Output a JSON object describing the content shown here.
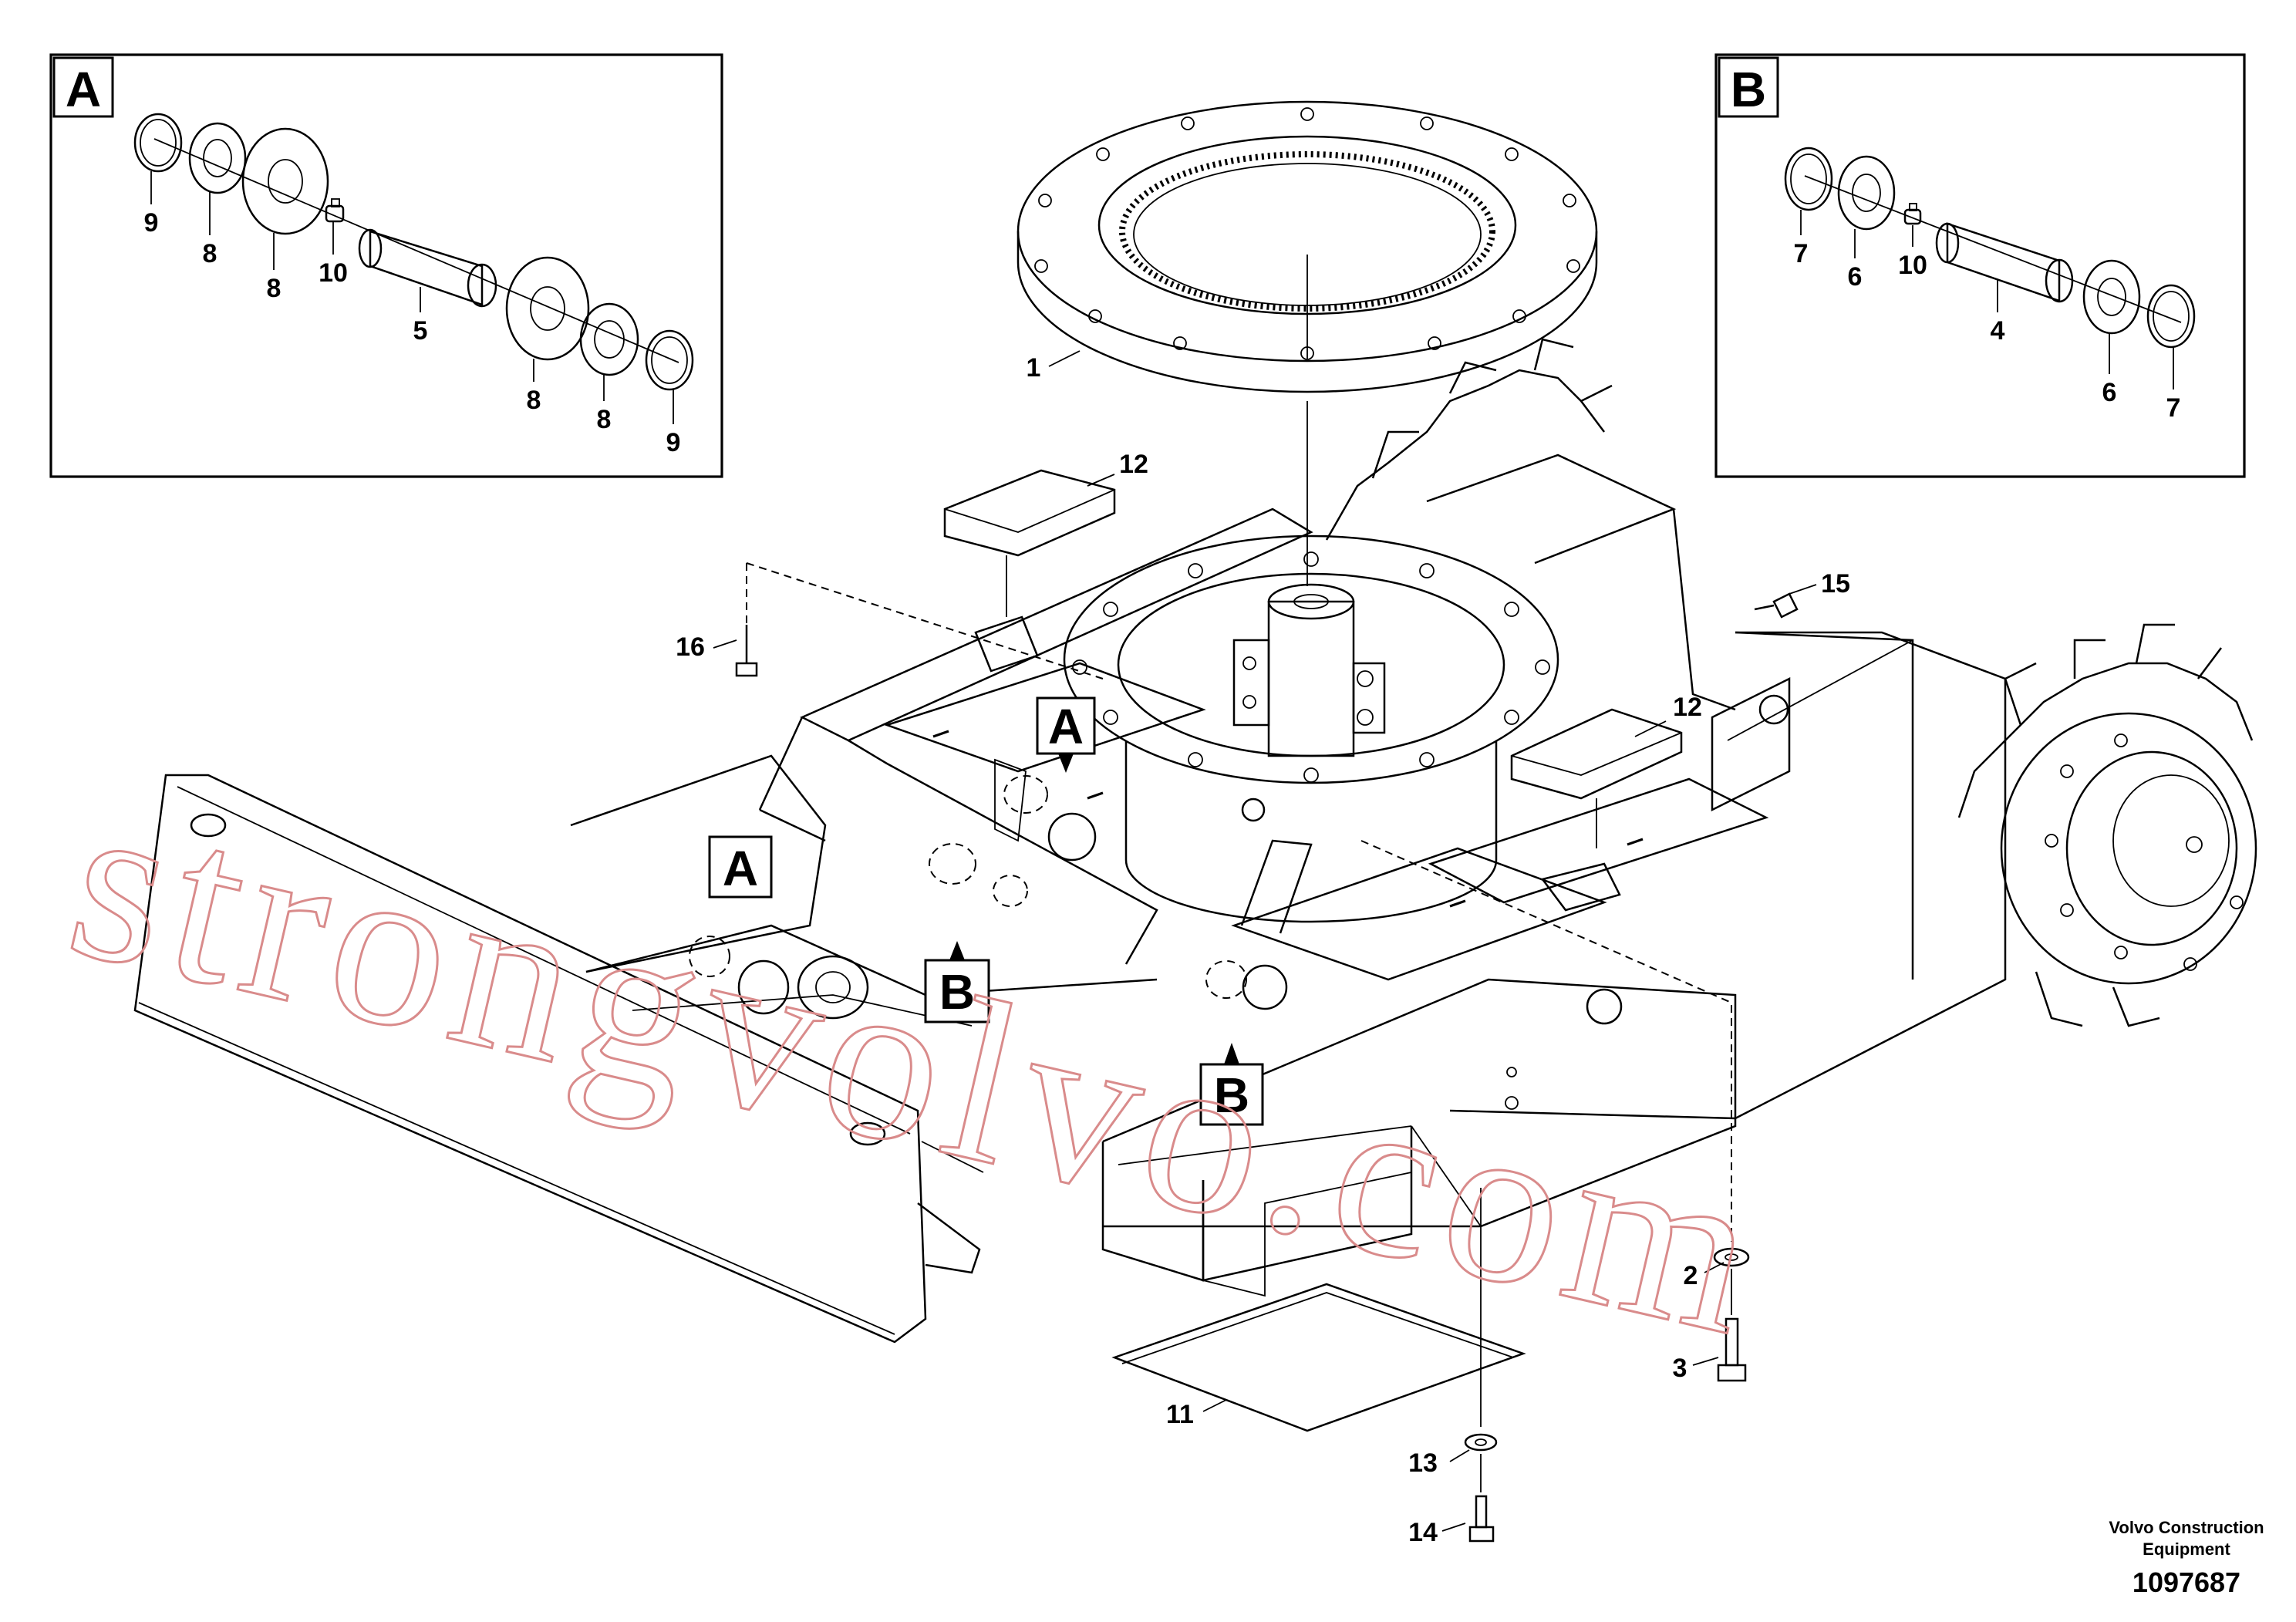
{
  "watermark": "strongvolvo.com",
  "insets": [
    {
      "letter": "A",
      "labels": [
        "9",
        "8",
        "8",
        "10",
        "5",
        "8",
        "8",
        "9"
      ]
    },
    {
      "letter": "B",
      "labels": [
        "7",
        "6",
        "10",
        "4",
        "6",
        "7"
      ]
    }
  ],
  "callouts": {
    "p1": "1",
    "p2": "2",
    "p3": "3",
    "p11": "11",
    "p12a": "12",
    "p12b": "12",
    "p13": "13",
    "p14": "14",
    "p15": "15",
    "p16": "16"
  },
  "detail_marks": {
    "a1": "A",
    "a2": "A",
    "b1": "B",
    "b2": "B"
  },
  "footer": {
    "company_line1": "Volvo Construction",
    "company_line2": "Equipment",
    "drawing_number": "1097687"
  }
}
